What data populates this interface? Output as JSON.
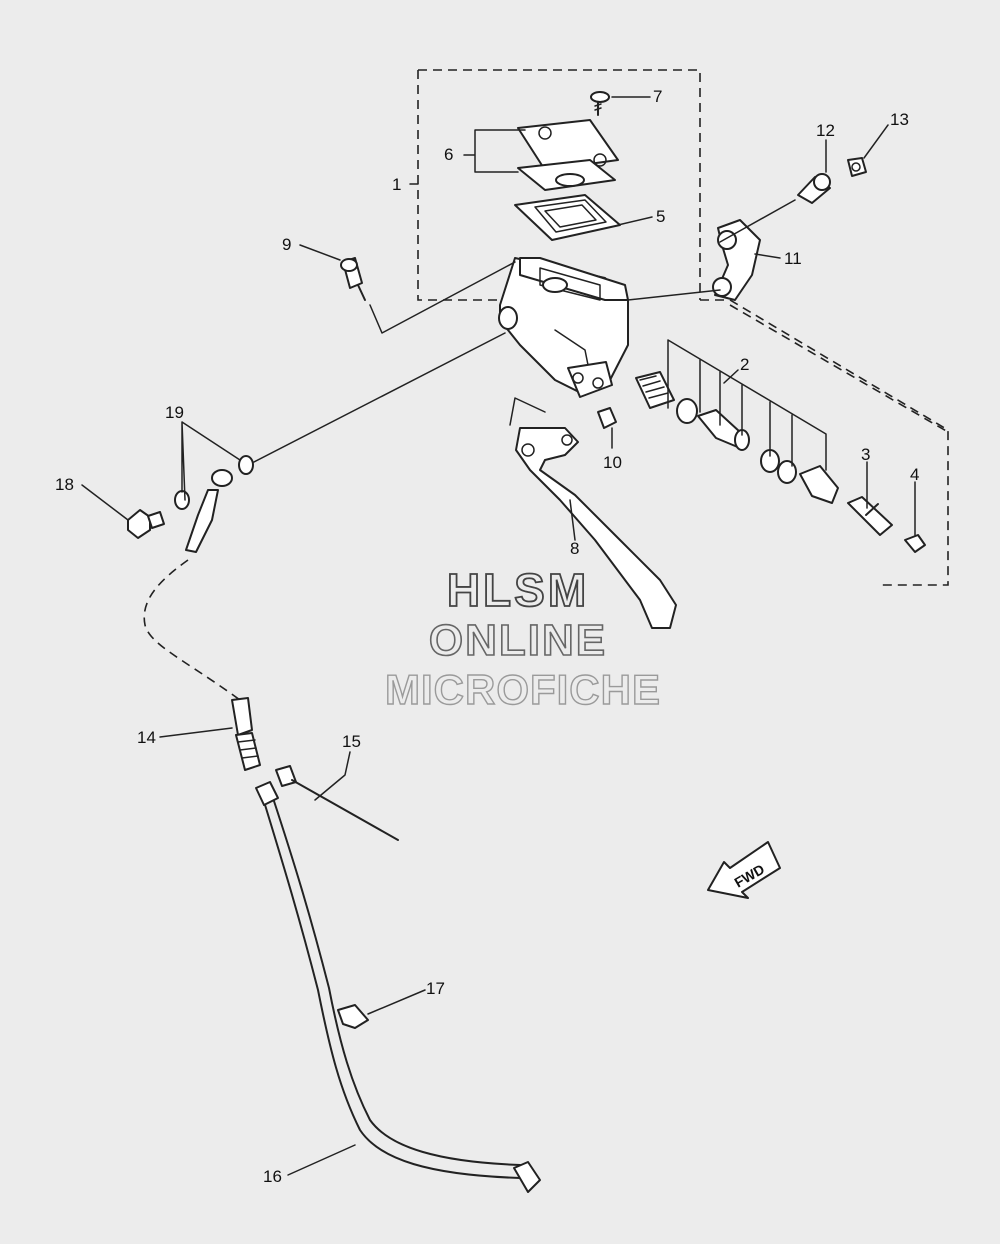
{
  "diagram": {
    "callouts": [
      "1",
      "2",
      "3",
      "4",
      "5",
      "6",
      "7",
      "8",
      "9",
      "10",
      "11",
      "12",
      "13",
      "14",
      "15",
      "16",
      "17",
      "18",
      "19"
    ],
    "direction_badge": "FWD"
  },
  "watermark": {
    "line1": "HLSM",
    "line2": "ONLINE",
    "line3": "MICROFICHE"
  }
}
